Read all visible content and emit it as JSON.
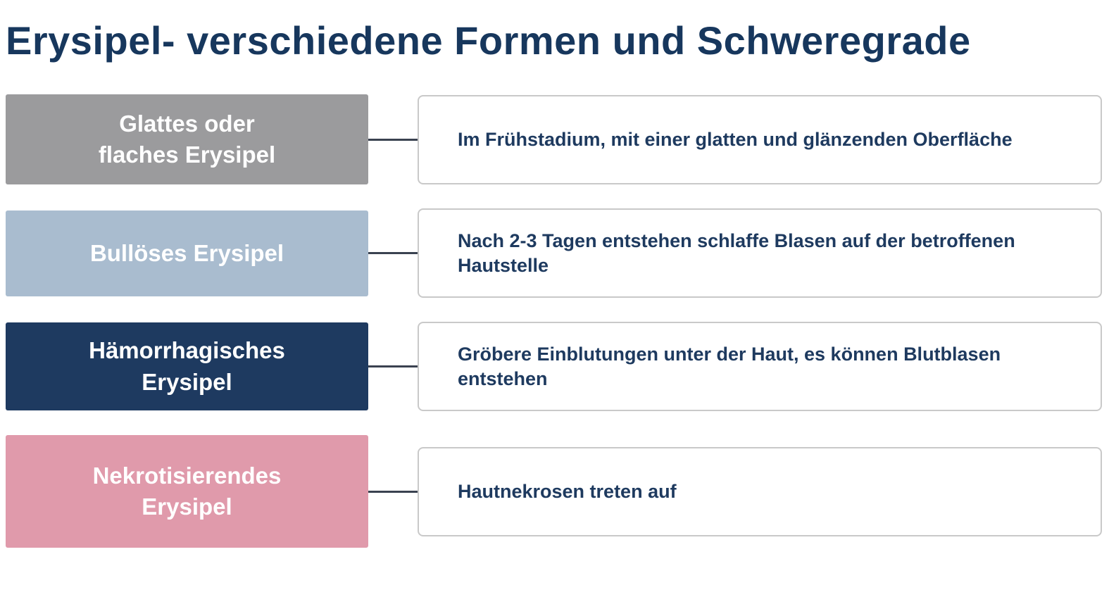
{
  "title": "Erysipel- verschiedene Formen und Schweregrade",
  "colors": {
    "title": "#17375d",
    "description_text": "#1e3a5f",
    "connector": "#3a4250",
    "box_border": "#c9c9c9",
    "label_text": "#ffffff"
  },
  "rows": [
    {
      "label": "Glattes oder\nflaches Erysipel",
      "description": "Im Frühstadium, mit einer glatten und glänzenden Oberfläche",
      "color": "#9b9b9d"
    },
    {
      "label": "Bullöses Erysipel",
      "description": "Nach 2-3 Tagen entstehen schlaffe Blasen auf der betroffenen Hautstelle",
      "color": "#a9bccf"
    },
    {
      "label": "Hämorrhagisches\nErysipel",
      "description": "Gröbere Einblutungen unter der Haut, es können Blutblasen entstehen",
      "color": "#1e3a60"
    },
    {
      "label": "Nekrotisierendes\nErysipel",
      "description": "Hautnekrosen treten auf",
      "color": "#e09aab"
    }
  ]
}
